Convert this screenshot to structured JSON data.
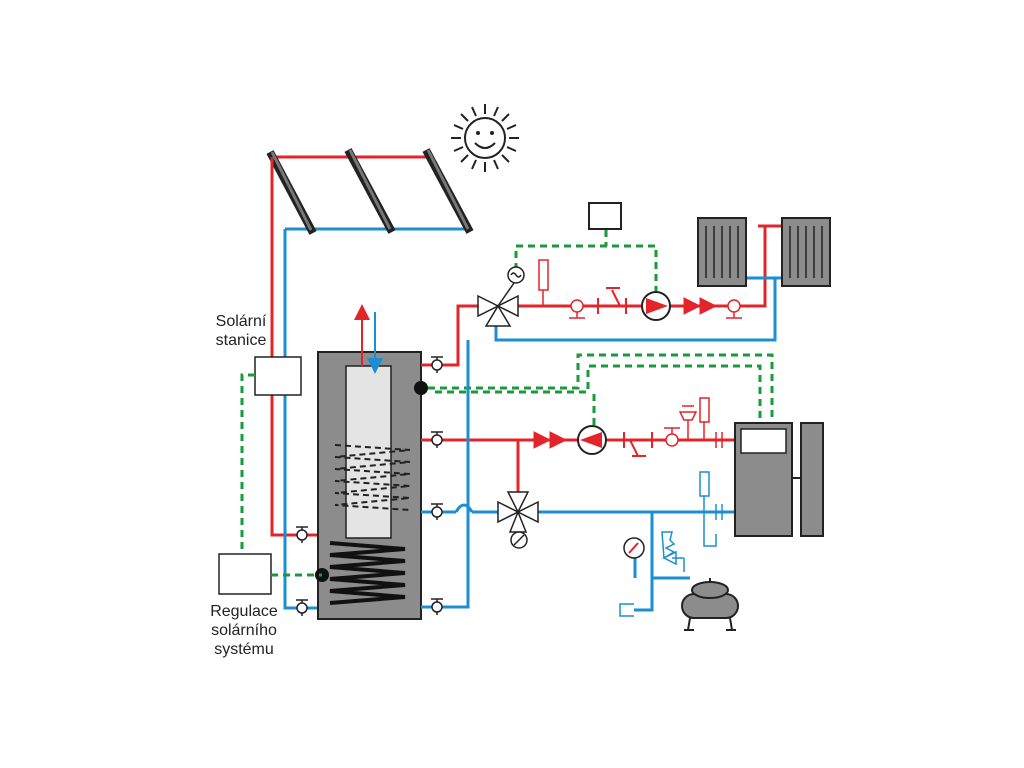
{
  "labels": {
    "solar_station": [
      "Solární",
      "stanice"
    ],
    "solar_regulation": [
      "Regulace",
      "solárního",
      "systému"
    ]
  },
  "colors": {
    "hot_pipe": "#e3242b",
    "cold_pipe": "#1a8fd1",
    "signal_wire": "#1a9a3a",
    "equipment_gray": "#8c8c8c",
    "outline": "#222222"
  },
  "components": [
    "sun-icon",
    "solar-collectors",
    "storage-tank",
    "heat-exchanger-coil-upper",
    "heat-exchanger-coil-lower",
    "solar-station-box",
    "solar-regulation-box",
    "mixing-valve-heating",
    "mixing-valve-boiler",
    "heating-pump",
    "boiler-pump",
    "radiators",
    "boiler",
    "expansion-vessel",
    "safety-valve",
    "pressure-gauge"
  ]
}
